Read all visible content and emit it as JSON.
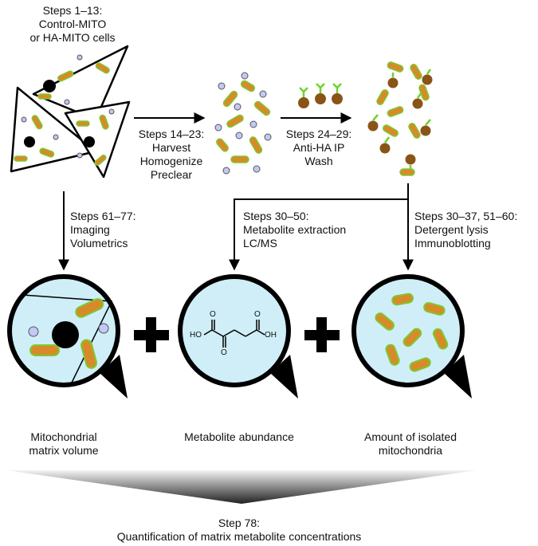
{
  "colors": {
    "mito_fill": "#d88a2a",
    "mito_stroke": "#7cc92e",
    "vesicle_fill": "#c3c9f5",
    "bead_fill": "#8a5418",
    "antibody": "#6ed22c",
    "lens_fill": "#cfeef8",
    "nucleus": "#000000",
    "cell_fill": "#ffffff",
    "arrow": "#000000",
    "funnel_dark": "#222222"
  },
  "labels": {
    "cells": "Steps 1–13:\nControl-MITO\nor HA-MITO cells",
    "harvest": "Steps 14–23:\nHarvest\nHomogenize\nPreclear",
    "ip": "Steps 24–29:\nAnti-HA IP\nWash",
    "imaging": "Steps 61–77:\nImaging\nVolumetrics",
    "metabolite": "Steps 30–50:\nMetabolite extraction\nLC/MS",
    "lysis": "Steps 30–37, 51–60:\nDetergent lysis\nImmunoblotting",
    "out_volume": "Mitochondrial\nmatrix volume",
    "out_abundance": "Metabolite abundance",
    "out_amount": "Amount of isolated\nmitochondria",
    "final": "Step 78:\nQuantification of matrix metabolite concentrations"
  },
  "molecule": {
    "atom_ho": "HO",
    "atom_oh": "OH",
    "atom_o": "O"
  },
  "icons": [
    "cell-icon",
    "mitochondrion-icon",
    "vesicle-icon",
    "bead-icon",
    "antibody-icon",
    "magnifier-lens-icon",
    "plus-icon",
    "alpha-ketoglutarate-structure-icon",
    "funnel-icon"
  ]
}
